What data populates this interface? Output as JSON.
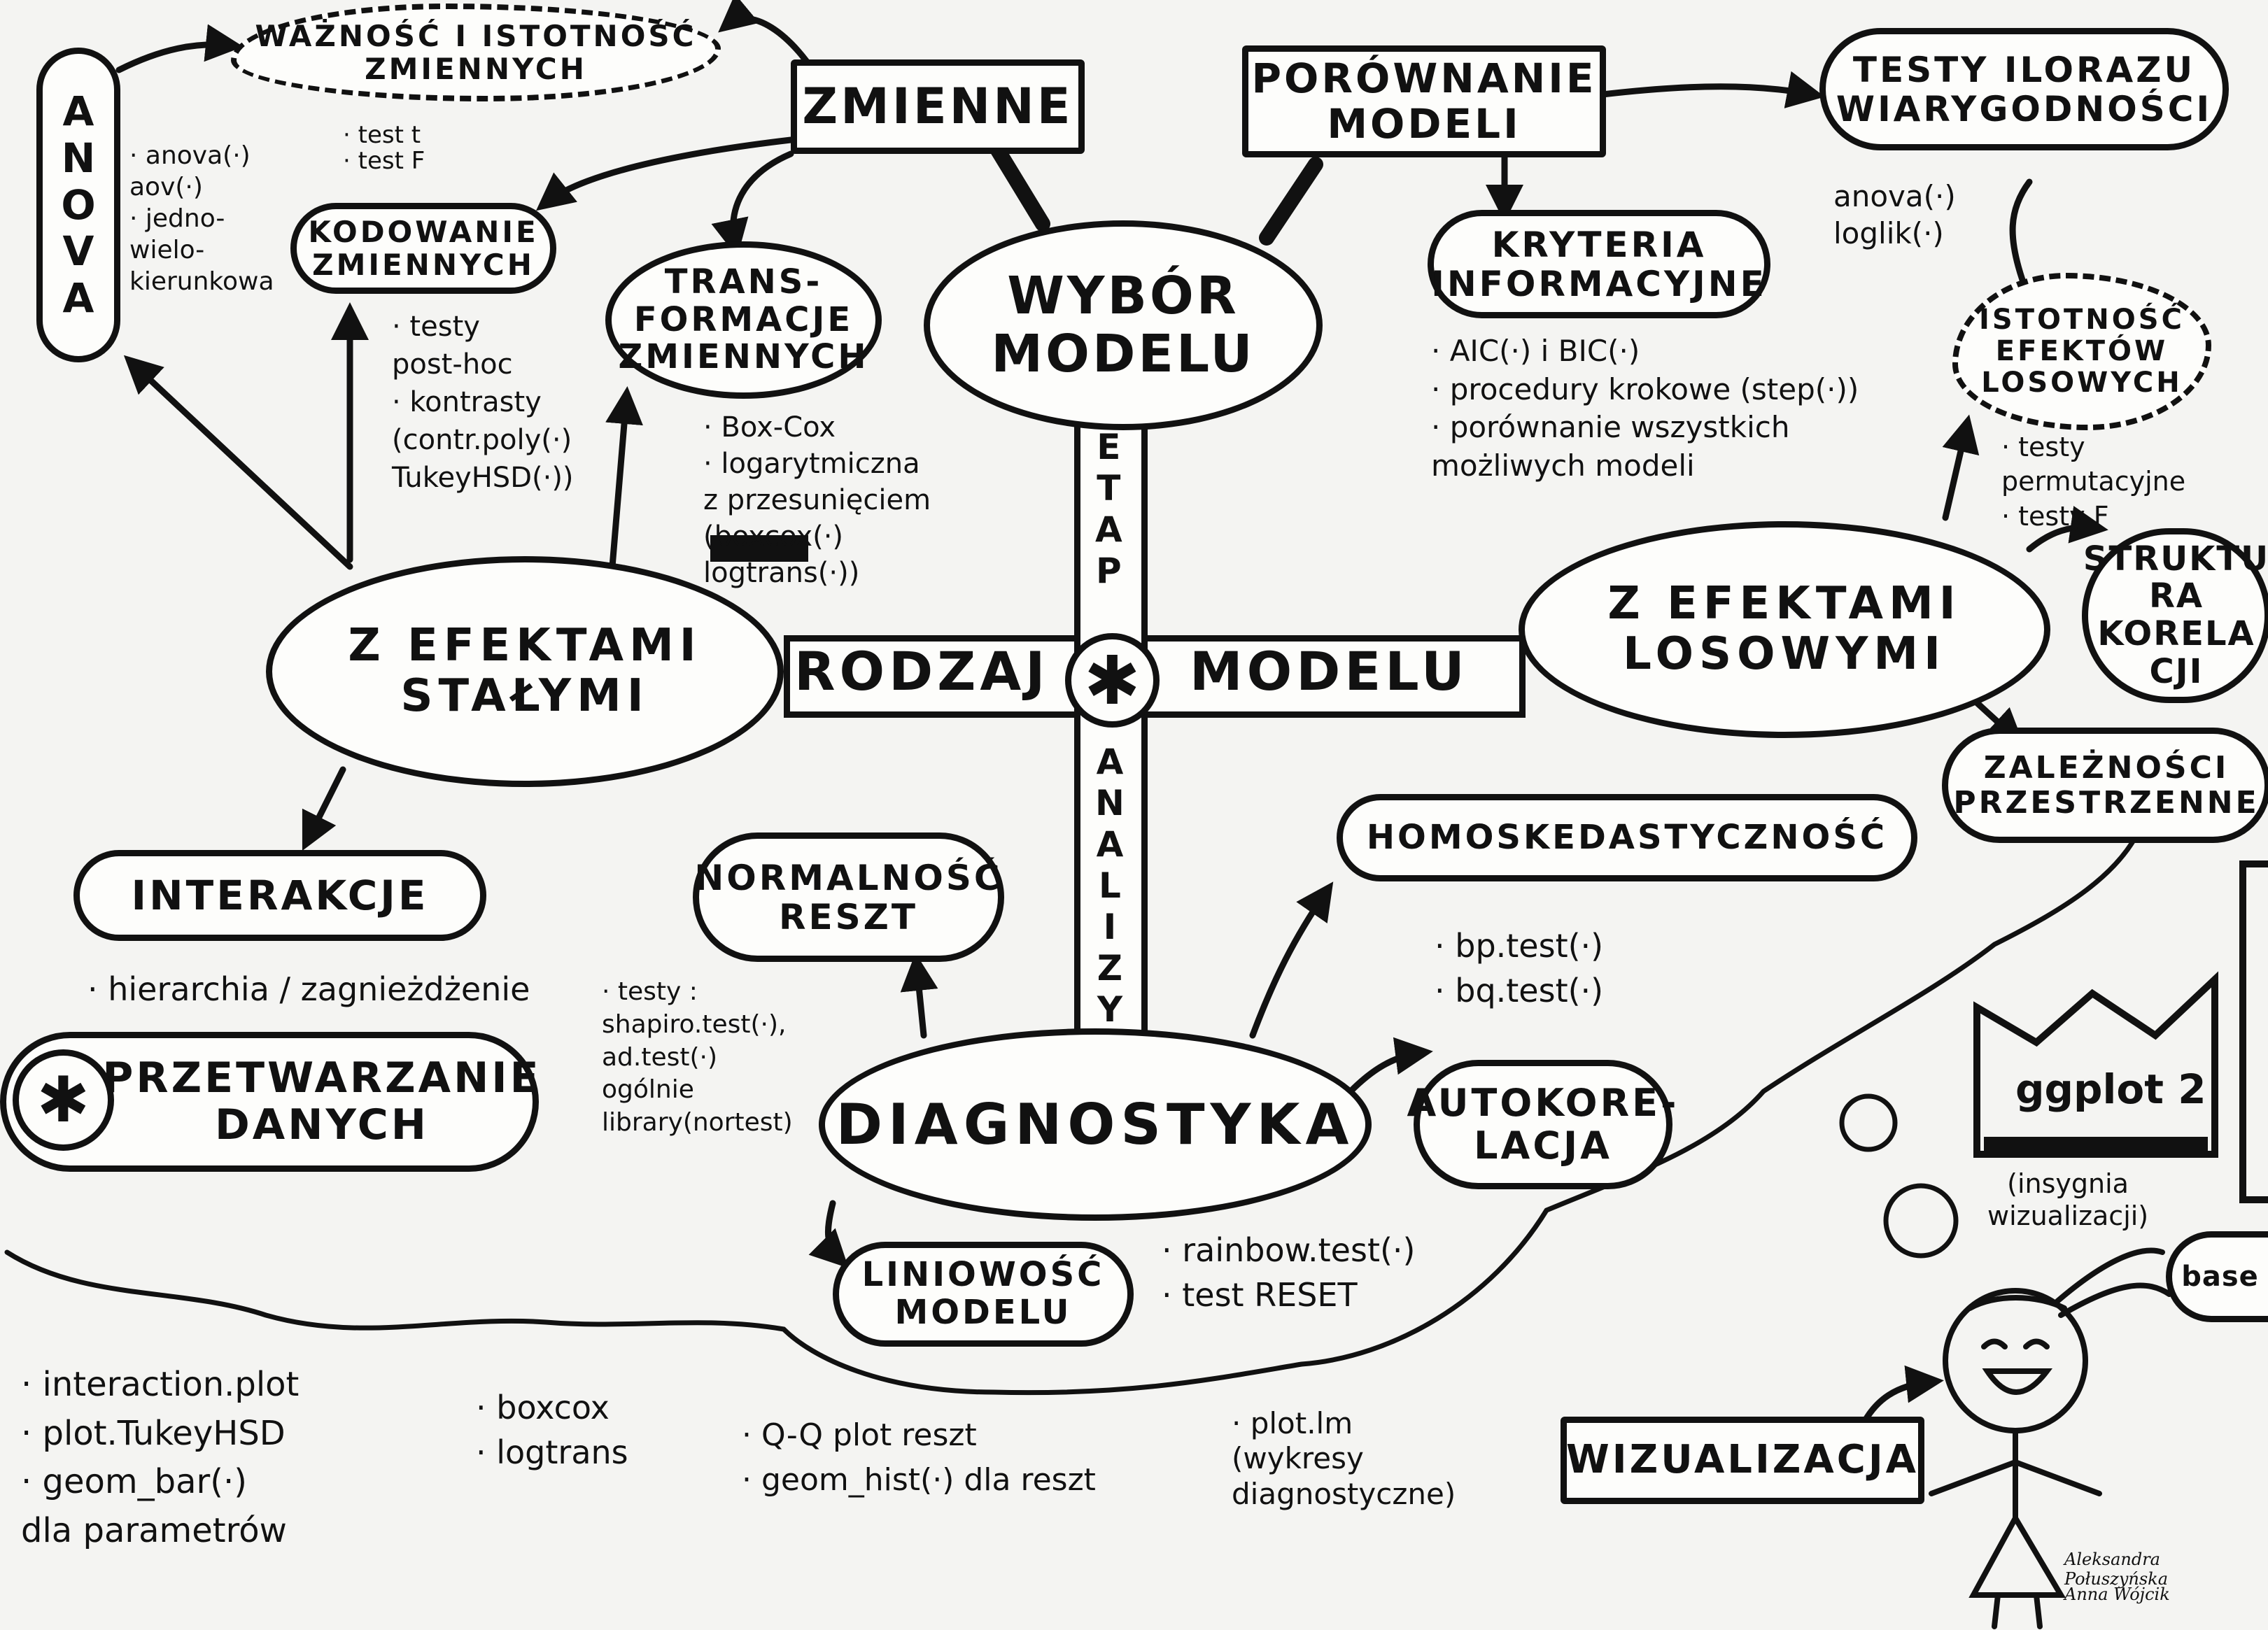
{
  "nodes": {
    "wybor_modelu": "WYBÓR\nMODELU",
    "zmienne": "ZMIENNE",
    "porownanie_modeli": "PORÓWNANIE\nMODELI",
    "anova": "A\nN\nO\nV\nA",
    "waznosc": "WAŻNOŚĆ I ISTOTNOŚĆ\nZMIENNYCH",
    "kodowanie": "KODOWANIE\nZMIENNYCH",
    "transformacje": "TRANS-\nFORMACJE\nZMIENNYCH",
    "kryteria": "KRYTERIA\nINFORMACYJNE",
    "testy_ilorazu": "TESTY ILORAZU\nWIARYGODNOŚCI",
    "istotnosc_efektow": "ISTOTNOŚĆ\nEFEKTÓW\nLOSOWYCH",
    "efekty_stale": "Z EFEKTAMI\nSTAŁYMI",
    "efekty_losowe": "Z EFEKTAMI\nLOSOWYMI",
    "struktura": "STRUKTU\nRA\nKORELA\nCJI",
    "zaleznosci": "ZALEŻNOŚCI\nPRZESTRZENNE",
    "interakcje": "INTERAKCJE",
    "przetwarzanie": "PRZETWARZANIE\nDANYCH",
    "normalnosc": "NORMALNOŚĆ\nRESZT",
    "homoskedastycznosc": "HOMOSKEDASTYCZNOŚĆ",
    "diagnostyka": "DIAGNOSTYKA",
    "autokorelacja": "AUTOKORE-\nLACJA",
    "liniowosc": "LINIOWOŚĆ\nMODELU",
    "wizualizacja": "WIZUALIZACJA",
    "ggplot": "ggplot 2",
    "base": "base"
  },
  "axis": {
    "rodzaj": "RODZAJ",
    "modelu": "MODELU",
    "etap": [
      "E",
      "T",
      "A",
      "P"
    ],
    "analizy": [
      "A",
      "N",
      "A",
      "L",
      "I",
      "Z",
      "Y"
    ],
    "star": "✱"
  },
  "notes": {
    "anova_fns": "· anova(·)\naov(·)\n· jedno-\nwielo-\nkierunkowa",
    "waznosc_tests": "· test t\n· test F",
    "kodowanie_notes": "· testy\npost-hoc\n· kontrasty\n(contr.poly(·)\nTukeyHSD(·))",
    "transform_notes": "· Box-Cox\n· logarytmiczna\nz przesunięciem\n(boxcox(·)\nlogtrans(·))",
    "kryteria_notes": "· AIC(·) i BIC(·)\n· procedury krokowe (step(·))\n· porównanie wszystkich\nmożliwych modeli",
    "testy_ilorazu_notes": "anova(·)\nloglik(·)",
    "istotnosc_notes": "· testy permutacyjne\n· testy F",
    "interakcje_notes": "· hierarchia / zagnieżdżenie",
    "normalnosc_notes": "· testy :\nshapiro.test(·),\nad.test(·)\nogólnie\nlibrary(nortest)",
    "homo_notes": "· bp.test(·)\n· bq.test(·)",
    "liniowosc_notes": "· rainbow.test(·)\n· test RESET",
    "viz_col1": "· interaction.plot\n· plot.TukeyHSD\n· geom_bar(·)\n   dla parametrów",
    "viz_col2": "· boxcox\n· logtrans",
    "viz_col3": "· Q-Q plot reszt\n· geom_hist(·) dla reszt",
    "viz_col4": "· plot.lm\n(wykresy\ndiagnostyczne)",
    "insygnia": "(insygnia\nwizualizacji)",
    "sig1": "Aleksandra Połuszyńska",
    "sig2": "Anna Wójcik"
  }
}
